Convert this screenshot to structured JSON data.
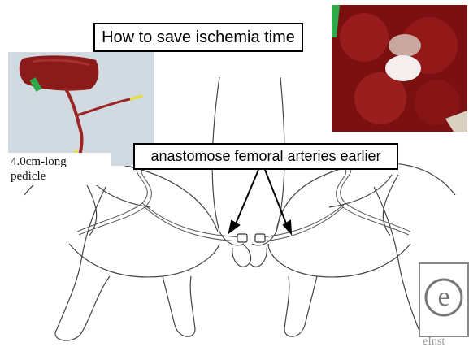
{
  "title": "How to save ischemia time",
  "arrow_label": "anastomose femoral arteries earlier",
  "pedicle_label": {
    "line1": "4.0cm-long",
    "line2": "pedicle"
  },
  "watermark_text": "e",
  "colors": {
    "outline": "#444444",
    "tissue": "#8b1a1a",
    "tissue_light": "#c0392b",
    "photo_bg_left": "#d8dfe6",
    "clamp": "#e8e030",
    "green": "#2eaa4a"
  },
  "icons": [
    "bone-icon",
    "clamp-icon",
    "watermark-logo"
  ]
}
